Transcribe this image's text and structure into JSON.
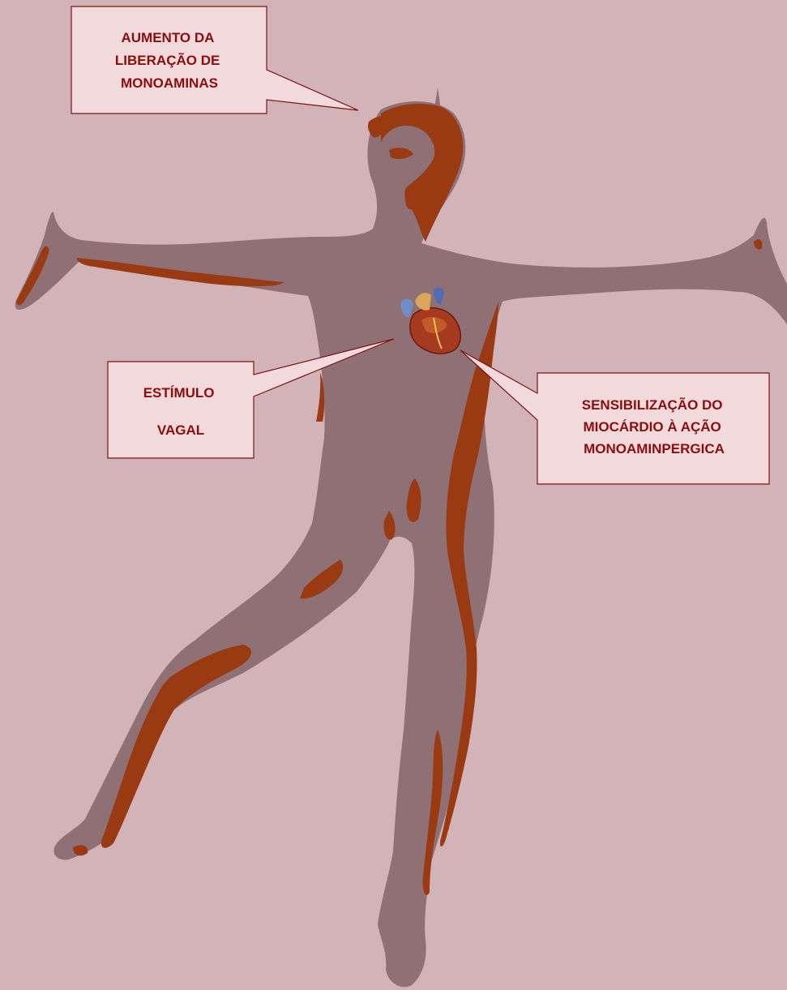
{
  "colors": {
    "background": "#d2b3b7",
    "body": "#8f7074",
    "patches": "#9a3a12",
    "callout_fill": "#f1d9dc",
    "callout_stroke": "#7a1414",
    "label_text": "#8b0d0d"
  },
  "callouts": {
    "monoamines": {
      "lines": [
        "AUMENTO DA",
        "LIBERAÇÃO DE",
        "MONOAMINAS"
      ]
    },
    "vagal": {
      "lines": [
        "ESTÍMULO",
        "VAGAL"
      ]
    },
    "myocardium": {
      "lines": [
        "SENSIBILIZAÇÃO DO",
        "MIOCÁRDIO À AÇÃO",
        "MONOAMINPERGICA"
      ]
    }
  },
  "icons": {
    "body": "human-figure-icon",
    "heart": "heart-icon"
  }
}
